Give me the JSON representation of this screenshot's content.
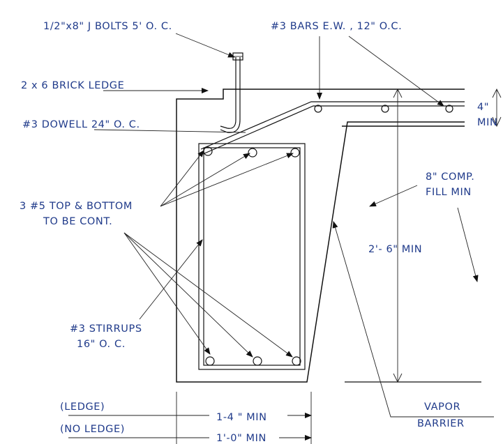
{
  "labels": {
    "j_bolts": "1/2\"x8\" J BOLTS 5' O. C.",
    "bars_ew": "#3 BARS E.W. , 12\" O.C.",
    "brick_ledge": "2 x 6 BRICK LEDGE",
    "dowell": "#3 DOWELL 24\" O. C.",
    "slab_thickness": "4\"",
    "slab_min": "MIN",
    "comp_fill_1": "8\" COMP.",
    "comp_fill_2": "FILL MIN",
    "top_bottom_1": "3 #5 TOP & BOTTOM",
    "top_bottom_2": "TO BE CONT.",
    "depth": "2'- 6\" MIN",
    "stirrups_1": "#3 STIRRUPS",
    "stirrups_2": "16\" O. C.",
    "vapor_1": "VAPOR",
    "vapor_2": "BARRIER",
    "ledge": "(LEDGE)",
    "no_ledge": "(NO LEDGE)",
    "width_ledge": "1-4 \" MIN",
    "width_no_ledge": "1'-0\" MIN"
  }
}
